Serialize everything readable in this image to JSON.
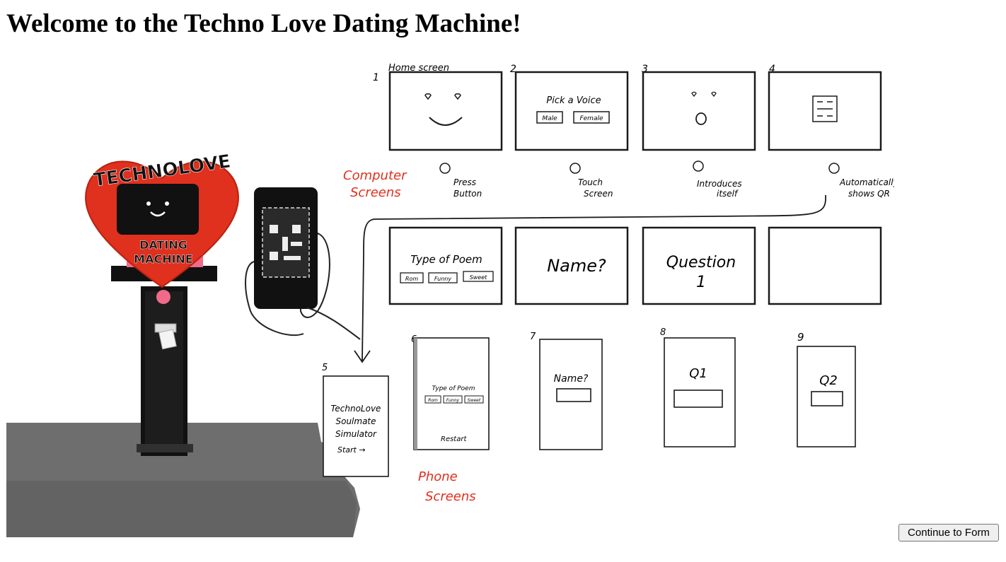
{
  "page": {
    "title": "Welcome to the Techno Love Dating Machine!"
  },
  "kiosk": {
    "brand_top": "TECHNOLOVE",
    "brand_line1": "DATING",
    "brand_line2": "MACHINE"
  },
  "storyboard": {
    "computer_screen_label": [
      "Computer",
      "Screens"
    ],
    "phone_screen_label": [
      "Phone",
      "Screens"
    ],
    "frames_top": [
      {
        "number": "1",
        "caption": "Home screen",
        "action": [
          "Press",
          "Button"
        ]
      },
      {
        "number": "2",
        "title": "Pick a Voice",
        "options": [
          "Male",
          "Female"
        ],
        "action": [
          "Touch",
          "Screen"
        ]
      },
      {
        "number": "3",
        "action": [
          "Introduces",
          "itself"
        ]
      },
      {
        "number": "4",
        "action": [
          "Automatically",
          "shows QR"
        ]
      }
    ],
    "frames_middle": [
      {
        "title": "Type of Poem",
        "options": [
          "Rom",
          "Funny",
          "Sweet"
        ]
      },
      {
        "title": "Name?"
      },
      {
        "title": "Question",
        "subtitle": "1"
      },
      {
        "title": ""
      }
    ],
    "phone_frames": [
      {
        "number": "5",
        "lines": [
          "TechnoLove",
          "Soulmate",
          "Simulator"
        ],
        "start": "Start →"
      },
      {
        "number": "6",
        "title": "Type of Poem",
        "options": [
          "Rom",
          "Funny",
          "Sweet"
        ],
        "restart": "Restart"
      },
      {
        "number": "7",
        "title": "Name?"
      },
      {
        "number": "8",
        "title": "Q1"
      },
      {
        "number": "9",
        "title": "Q2"
      }
    ]
  },
  "actions": {
    "continue_label": "Continue to Form"
  },
  "colors": {
    "heart": "#e0301e",
    "pink": "#f06a8a",
    "annotation": "#e0301e",
    "ink": "#1a1a1a",
    "floor": "#6e6e6e"
  }
}
